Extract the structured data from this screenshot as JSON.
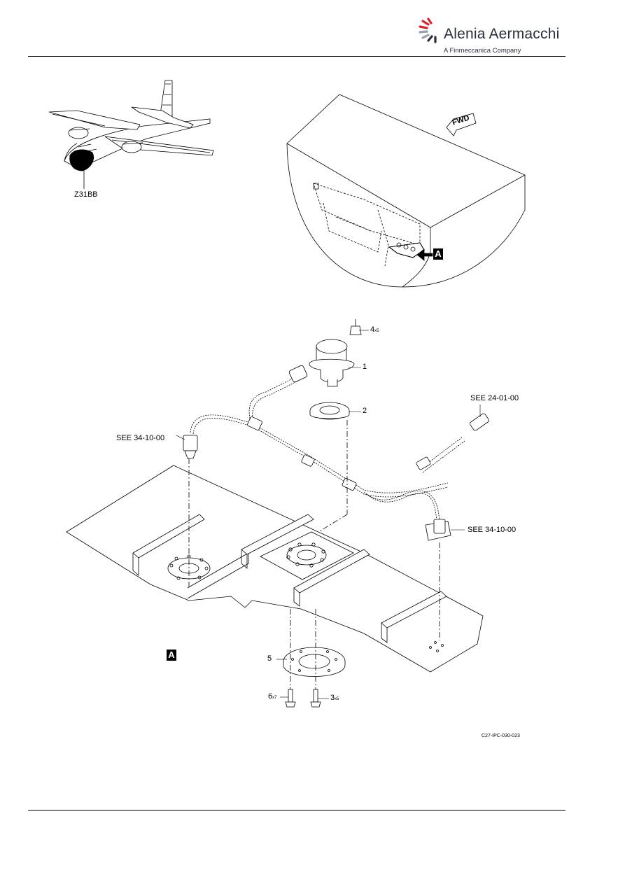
{
  "header": {
    "company": "Alenia Aermacchi",
    "tagline": "A Finmeccanica Company"
  },
  "locator": {
    "zone": "Z31BB",
    "fwd_label": "FWD",
    "view_tag": "A"
  },
  "detail": {
    "view_tag": "A"
  },
  "callouts": {
    "item1": "1",
    "item2": "2",
    "item3": "3",
    "item3_qty": "x5",
    "item4": "4",
    "item4_qty": "x5",
    "item5": "5",
    "item6": "6",
    "item6_qty": "x7",
    "see_24": "SEE 24-01-00",
    "see_34_left": "SEE 34-10-00",
    "see_34_right": "SEE 34-10-00"
  },
  "figure_code": "C27-IPC-030-023",
  "colors": {
    "accent_red": "#d22630",
    "logo_grey": "#2a2f3a"
  }
}
